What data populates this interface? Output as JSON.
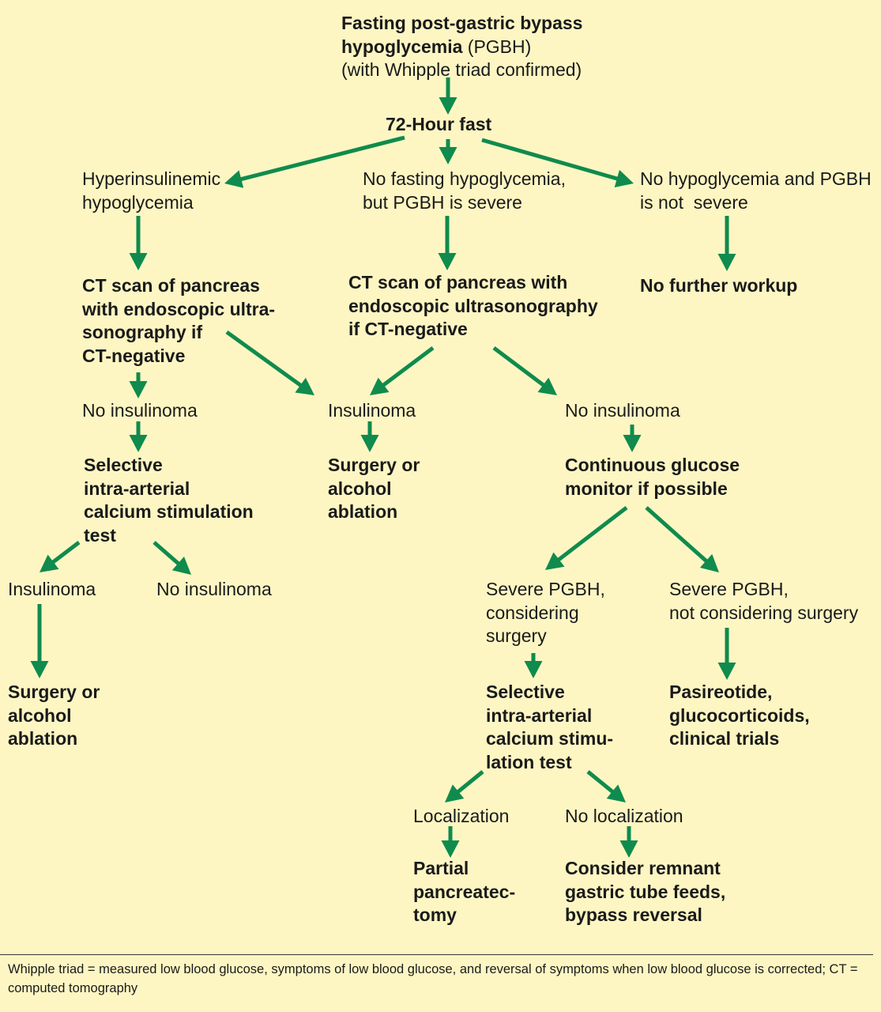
{
  "title": {
    "bold": "Fasting post-gastric bypass\nhypoglycemia",
    "rest": " (PGBH)\n(with Whipple triad confirmed)"
  },
  "nodes": {
    "fast72": "72-Hour fast",
    "hyperins": "Hyperinsulinemic\nhypoglycemia",
    "no_fasting_hypo": "No fasting hypoglycemia,\nbut PGBH is severe",
    "no_hypo_not_severe": "No hypoglycemia and PGBH\nis not  severe",
    "ct_left": "CT scan of pancreas\nwith endoscopic ultra-\nsonography if\nCT-negative",
    "ct_mid": "CT scan of pancreas with\nendoscopic ultrasonography\nif CT-negative",
    "no_further": "No further workup",
    "no_insulinoma_left": "No insulinoma",
    "insulinoma_mid": "Insulinoma",
    "no_insulinoma_right": "No insulinoma",
    "sacst_left": "Selective\nintra-arterial\ncalcium stimulation\ntest",
    "surgery_mid": "Surgery or\nalcohol\nablation",
    "cgm": "Continuous glucose\nmonitor if possible",
    "insulinoma_left": "Insulinoma",
    "no_insulinoma_left2": "No insulinoma",
    "severe_surgery": "Severe PGBH,\nconsidering\nsurgery",
    "severe_no_surgery": "Severe PGBH,\nnot considering surgery",
    "surgery_left": "Surgery or\nalcohol\nablation",
    "sacst_right": "Selective\nintra-arterial\ncalcium stimu-\nlation test",
    "pasireotide": "Pasireotide,\nglucocorticoids,\nclinical trials",
    "localization": "Localization",
    "no_localization": "No localization",
    "partial": "Partial\npancreatec-\ntomy",
    "remnant": "Consider remnant\ngastric tube feeds,\nbypass reversal"
  },
  "footnote": "Whipple triad = measured low blood glucose, symptoms of low blood glucose, and reversal of symptoms when low blood glucose is corrected; CT = computed tomography",
  "colors": {
    "background": "#fdf6c3",
    "arrow": "#0f8b4d",
    "text": "#1a1a1a"
  }
}
